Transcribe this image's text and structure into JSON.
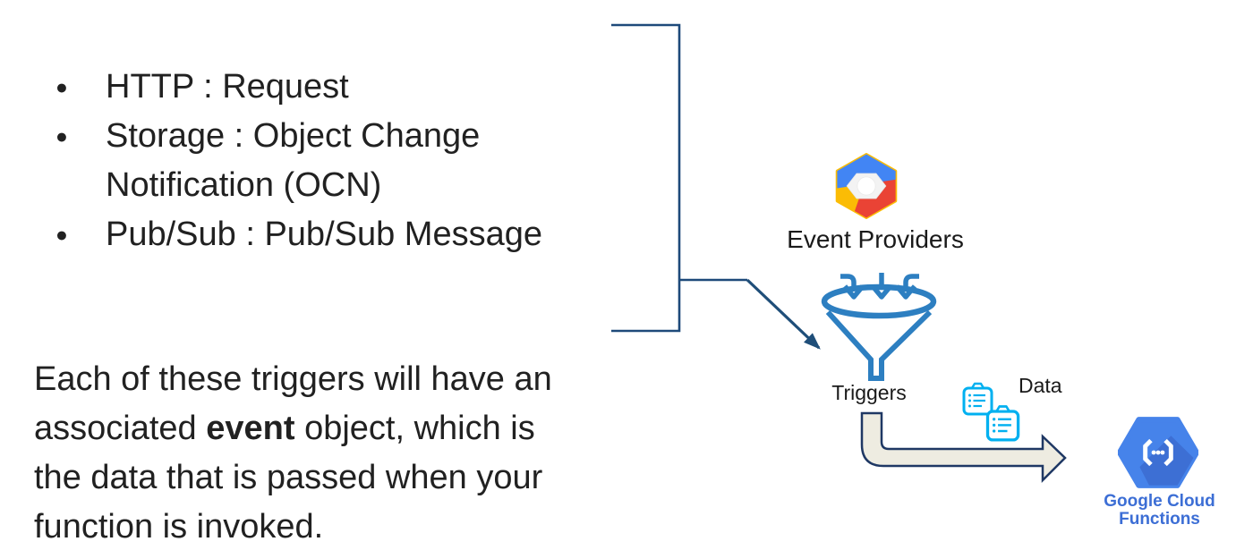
{
  "bullets": {
    "marker": "●",
    "items": [
      {
        "lines": [
          "HTTP : Request"
        ]
      },
      {
        "lines": [
          "Storage : Object Change",
          "Notification (OCN)"
        ]
      },
      {
        "lines": [
          "Pub/Sub : Pub/Sub Message"
        ]
      }
    ]
  },
  "paragraph": {
    "line1": "Each of these triggers will have an",
    "line2_pre": "associated ",
    "line2_bold": "event",
    "line2_post": " object, which is",
    "line3": "the data that is passed when your",
    "line4": "function is invoked."
  },
  "labels": {
    "event_providers": "Event Providers",
    "triggers": "Triggers",
    "data": "Data",
    "gcf_line1": "Google Cloud",
    "gcf_line2": "Functions"
  },
  "colors": {
    "text": "#212121",
    "connector_navy": "#1f4e79",
    "funnel_blue": "#2d7fc1",
    "clipboard_cyan": "#00b0f0",
    "bent_arrow_fill": "#eeece1",
    "bent_arrow_outline": "#1f3864",
    "gcp_blue": "#4285f4",
    "gcp_red": "#ea4335",
    "gcp_yellow": "#fbbc05",
    "gcf_hex_blue": "#4683ea",
    "gcf_hex_shadow": "#3d6fd4",
    "gcf_text_blue": "#3c6ed5"
  }
}
